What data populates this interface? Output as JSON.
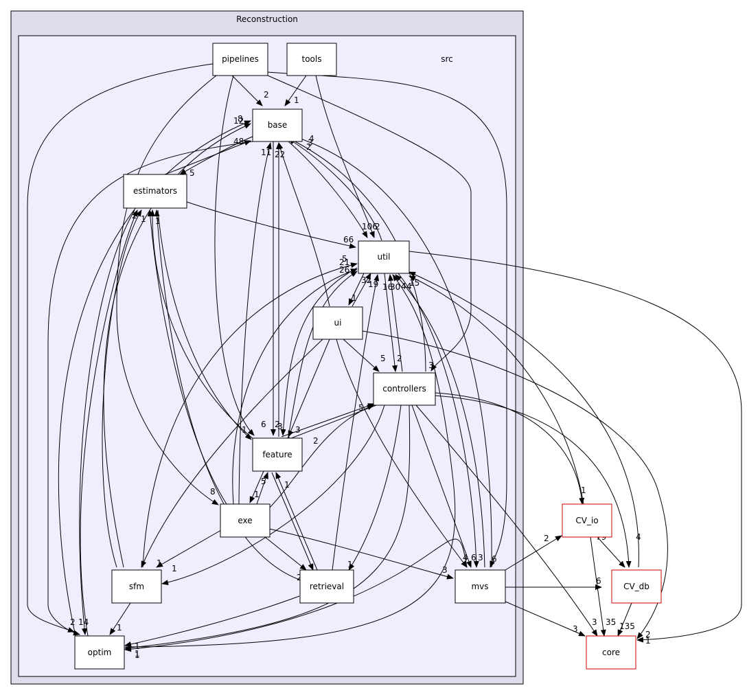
{
  "clusters": {
    "outer_title": "Reconstruction",
    "inner_title": "src"
  },
  "nodes": [
    {
      "id": "pipelines",
      "label": "pipelines",
      "border": "#000000"
    },
    {
      "id": "tools",
      "label": "tools",
      "border": "#000000"
    },
    {
      "id": "base",
      "label": "base",
      "border": "#000000"
    },
    {
      "id": "estimators",
      "label": "estimators",
      "border": "#000000"
    },
    {
      "id": "util",
      "label": "util",
      "border": "#000000"
    },
    {
      "id": "ui",
      "label": "ui",
      "border": "#000000"
    },
    {
      "id": "controllers",
      "label": "controllers",
      "border": "#000000"
    },
    {
      "id": "feature",
      "label": "feature",
      "border": "#000000"
    },
    {
      "id": "exe",
      "label": "exe",
      "border": "#000000"
    },
    {
      "id": "sfm",
      "label": "sfm",
      "border": "#000000"
    },
    {
      "id": "retrieval",
      "label": "retrieval",
      "border": "#000000"
    },
    {
      "id": "mvs",
      "label": "mvs",
      "border": "#000000"
    },
    {
      "id": "optim",
      "label": "optim",
      "border": "#000000"
    },
    {
      "id": "cv_io",
      "label": "CV_io",
      "border": "#cc0000"
    },
    {
      "id": "cv_db",
      "label": "CV_db",
      "border": "#cc0000"
    },
    {
      "id": "core",
      "label": "core",
      "border": "#cc0000"
    }
  ],
  "edge_labels": [
    "2",
    "1",
    "12",
    "8",
    "48",
    "5",
    "11",
    "22",
    "4",
    "3",
    "2",
    "106",
    "2",
    "66",
    "2",
    "1",
    "1",
    "21",
    "5",
    "26",
    "32",
    "19",
    "16",
    "30",
    "4",
    "4",
    "15",
    "1",
    "5",
    "2",
    "3",
    "6",
    "2",
    "3",
    "3",
    "2",
    "5",
    "5",
    "1",
    "1",
    "8",
    "1",
    "1",
    "1",
    "2",
    "2",
    "1",
    "4",
    "6",
    "3",
    "6",
    "3",
    "2",
    "14",
    "1",
    "1",
    "1",
    "1",
    "1",
    "2",
    "79",
    "4",
    "6",
    "35",
    "135",
    "3",
    "3",
    "2",
    "1"
  ],
  "colors": {
    "outer_cluster_fill": "#ddddee",
    "inner_cluster_fill": "#eeeeff",
    "external_border": "#cc0000"
  }
}
